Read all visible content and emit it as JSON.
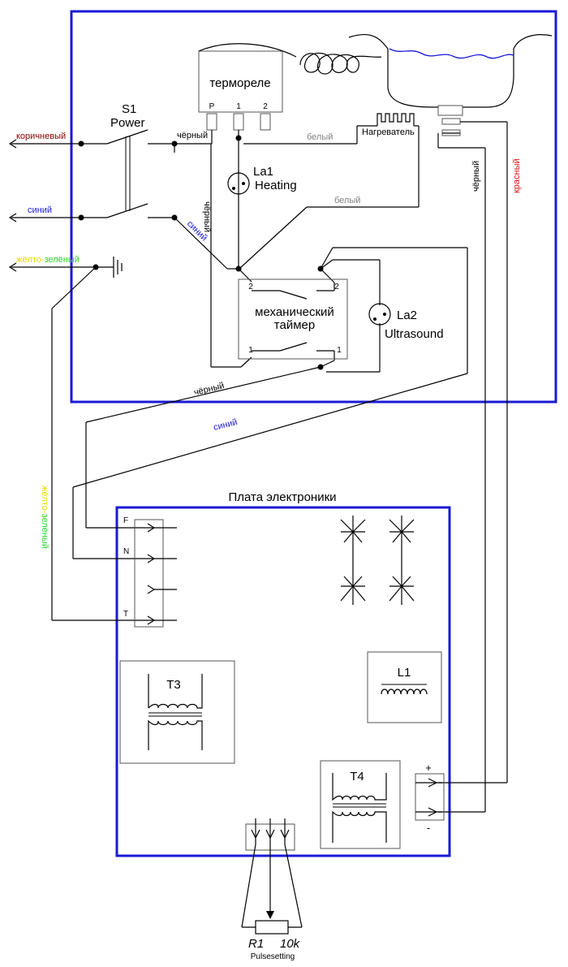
{
  "colors": {
    "frame": "#1a1ad6",
    "brown": "#8b0000",
    "blue_wire": "#1a1ad6",
    "yellow": "#e6d800",
    "green": "#2bd42b",
    "red": "#e01010",
    "gray": "#808080"
  },
  "labels": {
    "s1": "S1",
    "power": "Power",
    "thermostat": "термореле",
    "term_p": "P",
    "term_1": "1",
    "term_2": "2",
    "heater": "Нагреватель",
    "la1": "La1",
    "heating": "Heating",
    "timer_line1": "механический",
    "timer_line2": "таймер",
    "t_2a": "2",
    "t_2b": "2",
    "t_1a": "1",
    "t_1b": "1",
    "la2": "La2",
    "ultrasound": "Ultrasound",
    "board": "Плата электроники",
    "F": "F",
    "N": "N",
    "T": "T",
    "t3": "T3",
    "t4": "T4",
    "l1": "L1",
    "plus": "+",
    "minus": "-",
    "r1": "R1",
    "r1_val": "10k",
    "pulse": "Pulsesetting"
  },
  "wires": {
    "brown": "коричневый",
    "blue": "синий",
    "yg_yellow": "жёлто-",
    "yg_green": "зелёный",
    "black_s1": "чёрный",
    "black_vert": "чёрный",
    "blue_diag": "синий",
    "white1": "белый",
    "white2": "белый",
    "black_right": "чёрный",
    "red_right": "красный",
    "black_mid": "чёрный",
    "blue_mid": "синий",
    "yg_vert_yellow": "жёлто-",
    "yg_vert_green": "зелёный"
  }
}
